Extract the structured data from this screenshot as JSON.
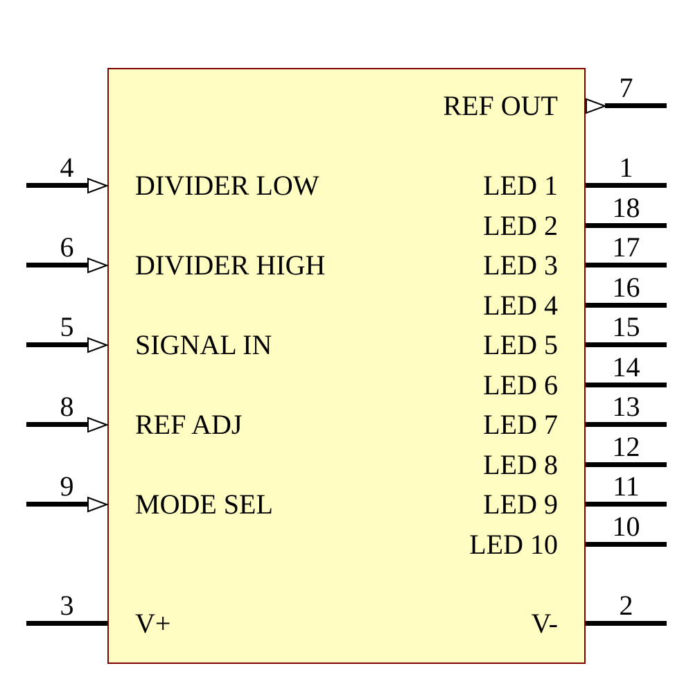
{
  "colors": {
    "body-fill": "#FFFDC2",
    "body-border": "#800000",
    "wire": "#000000",
    "text": "#000000"
  },
  "symbol": {
    "type": "ic-schematic-symbol",
    "pins": {
      "left": [
        {
          "number": "4",
          "label": "DIVIDER LOW",
          "arrow": true
        },
        {
          "number": "6",
          "label": "DIVIDER HIGH",
          "arrow": true
        },
        {
          "number": "5",
          "label": "SIGNAL IN",
          "arrow": true
        },
        {
          "number": "8",
          "label": "REF ADJ",
          "arrow": true
        },
        {
          "number": "9",
          "label": "MODE SEL",
          "arrow": true
        },
        {
          "number": "3",
          "label": "V+",
          "arrow": false
        }
      ],
      "right": [
        {
          "number": "7",
          "label": "REF OUT",
          "arrow": true
        },
        {
          "number": "1",
          "label": "LED 1",
          "arrow": false
        },
        {
          "number": "18",
          "label": "LED 2",
          "arrow": false
        },
        {
          "number": "17",
          "label": "LED 3",
          "arrow": false
        },
        {
          "number": "16",
          "label": "LED 4",
          "arrow": false
        },
        {
          "number": "15",
          "label": "LED 5",
          "arrow": false
        },
        {
          "number": "14",
          "label": "LED 6",
          "arrow": false
        },
        {
          "number": "13",
          "label": "LED 7",
          "arrow": false
        },
        {
          "number": "12",
          "label": "LED 8",
          "arrow": false
        },
        {
          "number": "11",
          "label": "LED 9",
          "arrow": false
        },
        {
          "number": "10",
          "label": "LED 10",
          "arrow": false
        },
        {
          "number": "2",
          "label": "V-",
          "arrow": false
        }
      ]
    }
  }
}
